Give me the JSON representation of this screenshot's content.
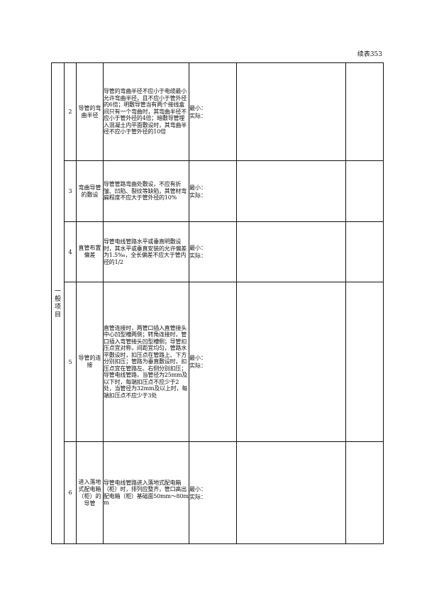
{
  "page_label": "续表353",
  "section": "一般项目",
  "rows": [
    {
      "no": "2",
      "item": "导管的弯曲半径",
      "requirement": "导管的弯曲半径不应小于电缆最小允许弯曲半径，且不应小于管外径的6倍；明敷导管当有两个接线盒间只有一个弯曲时，其弯曲半径不应小于管外径的4倍；暗敷导管埋入混凝土内平面敷设时，其弯曲半径不应小于管外径的10倍",
      "min_label": "最小：",
      "actual_label": "实际："
    },
    {
      "no": "3",
      "item": "弯曲导管的敷设",
      "requirement": "导管管路弯曲处敷设，不应有折皱、凹陷、裂纹等缺陷，其管材弯扁程度不应大于管外径的10%",
      "min_label": "最小：",
      "actual_label": "实际："
    },
    {
      "no": "4",
      "item": "直管布置偏差",
      "requirement": "导管电线管路水平或垂直明敷设时，其水平或垂直安装的允许偏差为1.5‰，全长偏差不应大于管内径的1/2",
      "min_label": "最小：",
      "actual_label": "实际："
    },
    {
      "no": "5",
      "item": "导管的连接",
      "requirement": "直管连接时，两管口插入直管接头中心凹型槽两侧；转角连接时，管口插入弯管接头凹型槽侧；导管扣压点宜对称，间距宜均匀，管路水平敷设时，扣压点在管路上、下方分别扣压；管路为垂直敷设时，扣压点宜在管路左、右侧分别扣压；导管电线管路，当管径为25mm及以下时，每端扣压点不应少于2处，当管径为32mm及以上时，每端扣压点不应少于3处",
      "min_label": "最小：",
      "actual_label": "实际："
    },
    {
      "no": "6",
      "item": "进入落地式配电箱（柜）的导管",
      "requirement": "导管电线管路进入落地式配电箱（柜）时，排列应整齐，管口高出配电箱（柜）基础面50mm～80mm",
      "min_label": "最小：",
      "actual_label": "实际："
    }
  ]
}
